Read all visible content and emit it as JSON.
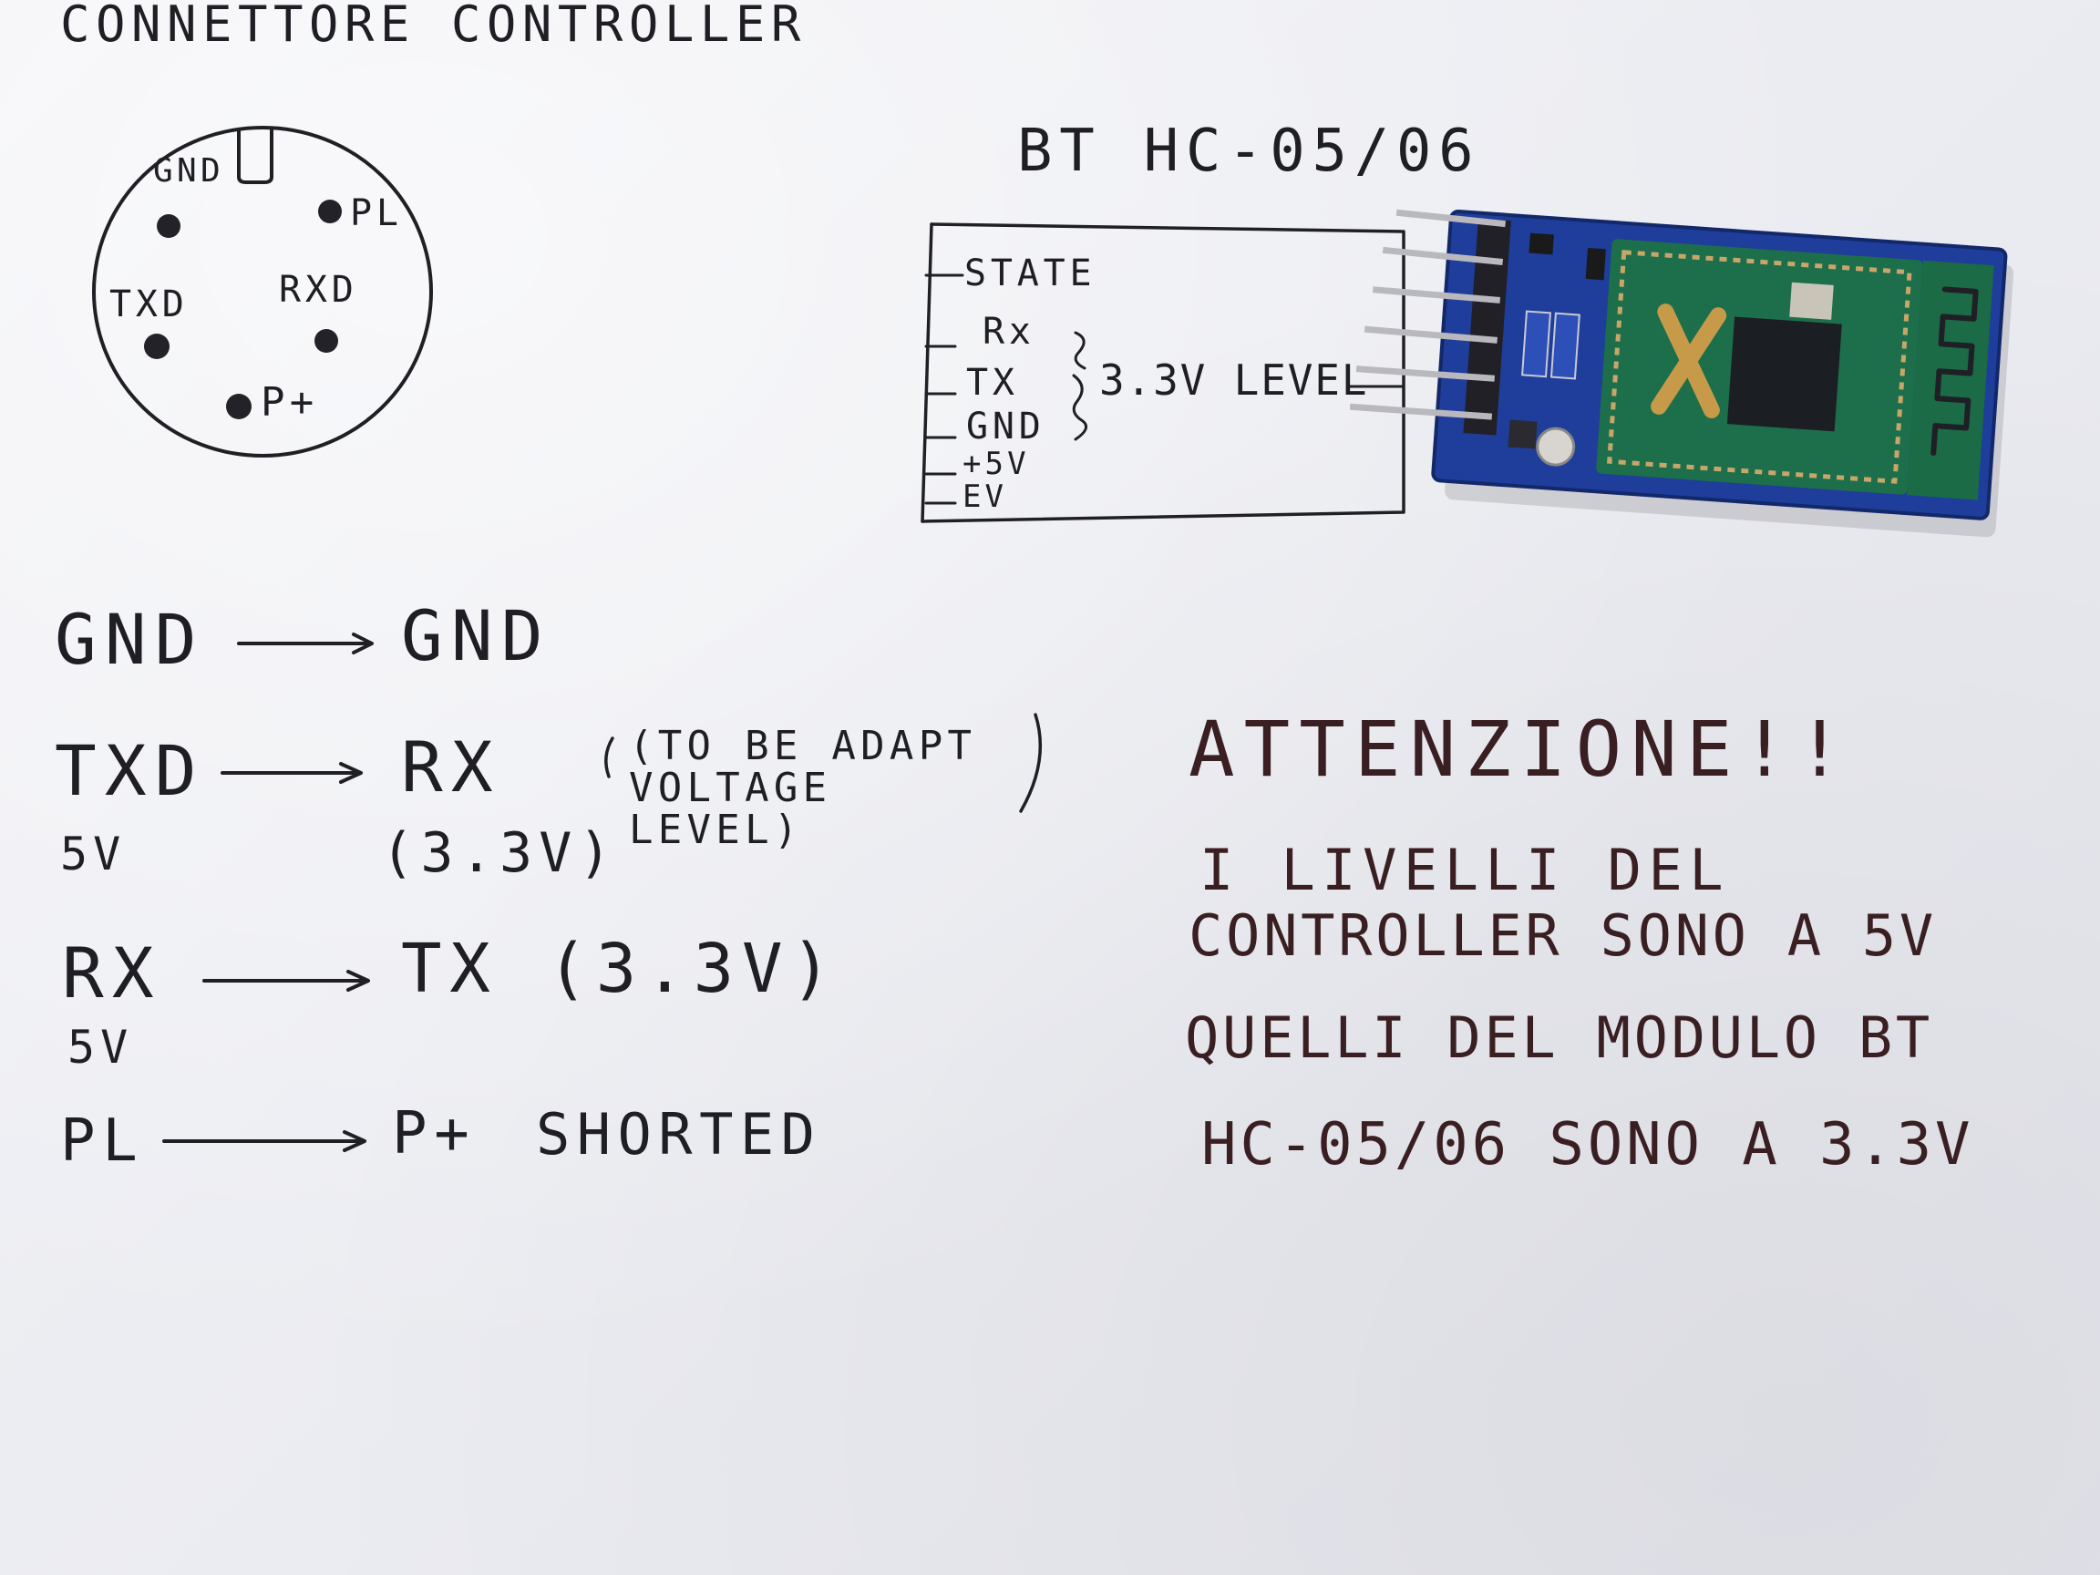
{
  "header": {
    "title": "CONNETTORE CONTROLLER"
  },
  "connector": {
    "pins": [
      {
        "id": "gnd",
        "label": "GND"
      },
      {
        "id": "pl",
        "label": "PL"
      },
      {
        "id": "txd",
        "label": "TXD"
      },
      {
        "id": "rxd",
        "label": "RXD"
      },
      {
        "id": "pplus",
        "label": "P+"
      }
    ]
  },
  "module": {
    "title": "BT HC-05/06",
    "pins": [
      {
        "id": "state",
        "label": "STATE"
      },
      {
        "id": "rx",
        "label": "Rx"
      },
      {
        "id": "tx",
        "label": "TX"
      },
      {
        "id": "gnd",
        "label": "GND"
      },
      {
        "id": "5v",
        "label": "+5V"
      },
      {
        "id": "en",
        "label": "EV"
      }
    ],
    "level_note": "3.3V LEVEL",
    "colors": {
      "pcb": "#1f3d9a",
      "module_green": "#1d6e4a",
      "chip": "#1b1f24",
      "header_pins": "#bcbcc2"
    }
  },
  "wiring": [
    {
      "from": "GND",
      "to": "GND",
      "from_note": "",
      "to_note": "",
      "note": ""
    },
    {
      "from": "TXD",
      "to": "RX",
      "from_note": "5V",
      "to_note": "(3.3V)",
      "note": "(TO BE ADAPT VOLTAGE LEVEL)"
    },
    {
      "from": "RX",
      "to": "TX (3.3V)",
      "from_note": "5V",
      "to_note": "",
      "note": ""
    },
    {
      "from": "PL",
      "to": "P+",
      "from_note": "",
      "to_note": "",
      "note": "SHORTED"
    }
  ],
  "warning": {
    "title": "ATTENZIONE!!",
    "lines": [
      "I LIVELLI DEL",
      "CONTROLLER SONO A 5V",
      "QUELLI DEL MODULO BT",
      "HC-05/06 SONO A 3.3V"
    ]
  }
}
